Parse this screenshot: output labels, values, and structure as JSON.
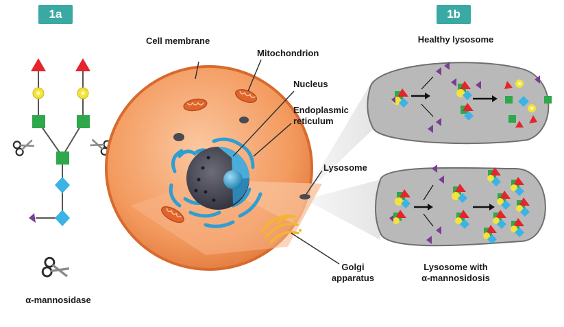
{
  "panel_a": {
    "badge": "1a",
    "enzyme_label": "α-mannosidase"
  },
  "cell": {
    "labels": {
      "cell_membrane": "Cell membrane",
      "mitochondrion": "Mitochondrion",
      "nucleus": "Nucleus",
      "er_line1": "Endoplasmic",
      "er_line2": "reticulum",
      "lysosome": "Lysosome",
      "golgi_line1": "Golgi",
      "golgi_line2": "apparatus"
    }
  },
  "panel_b": {
    "badge": "1b",
    "healthy_title": "Healthy lysosome",
    "disease_line1": "Lysosome with",
    "disease_line2": "α-mannosidosis"
  },
  "colors": {
    "badge": "#3aa9a3",
    "cell": "#f08a4b",
    "nucleus": "#4bb8e8",
    "er": "#3aa5d8",
    "golgi": "#f2b630",
    "lysosome": "#b9b9b9",
    "sugar_red": "#e5242b",
    "sugar_yellow": "#f3e33b",
    "sugar_green": "#2ea84a",
    "sugar_blue": "#3bb4e5",
    "sugar_purple": "#7b3c96"
  }
}
